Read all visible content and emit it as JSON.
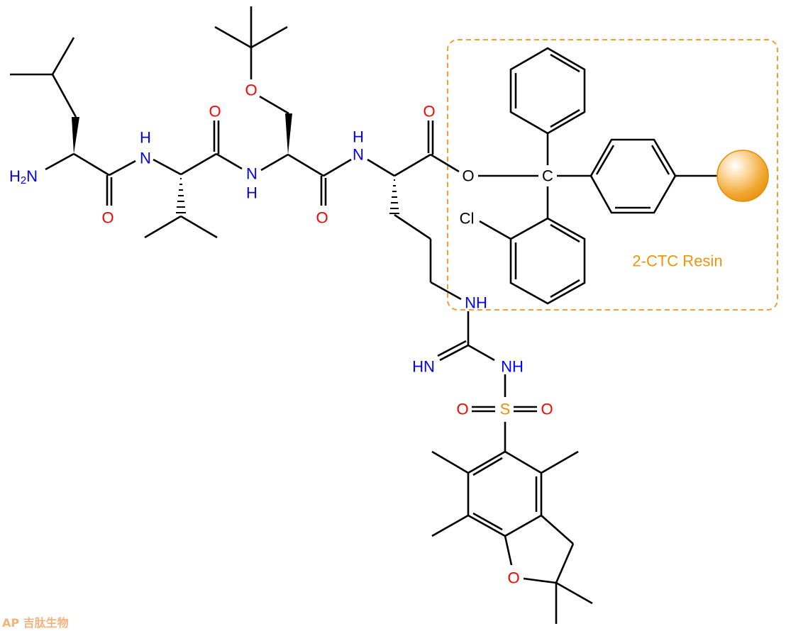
{
  "molecule": {
    "amine": {
      "h": "H",
      "sub": "2",
      "n": "N"
    },
    "amide_nh_1": {
      "n": "N",
      "h": "H"
    },
    "amide_nh_2": {
      "n": "N",
      "h": "H"
    },
    "amide_nh_3": {
      "n": "N",
      "h": "H"
    },
    "carbonyl_o_leu": "O",
    "carbonyl_o_val": "O",
    "carbonyl_o_ser": "O",
    "carbonyl_o_arg": "O",
    "ether_o_ser": "O",
    "ester_o": "O",
    "trityl_c": "C",
    "chloro": "Cl",
    "guanidine_nh": "NH",
    "guanidine_imine": "HN",
    "sulfonyl_nh": "NH",
    "sulfur": "S",
    "sulfonyl_o_left": "O",
    "sulfonyl_o_right": "O",
    "furan_o": "O"
  },
  "resin": {
    "label": "2-CTC Resin",
    "color": "#e8950f"
  },
  "watermark": {
    "text": "AP 吉肽生物"
  }
}
